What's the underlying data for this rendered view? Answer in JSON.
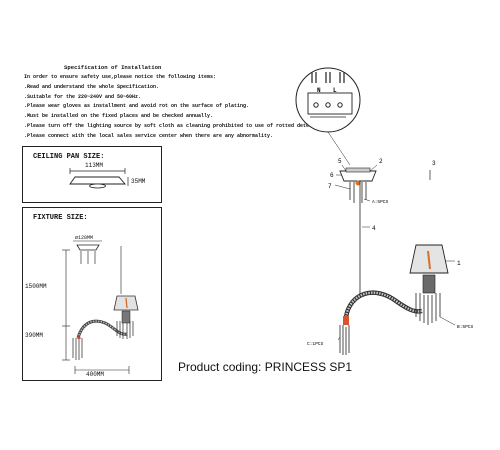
{
  "specification": {
    "title": "Specification of Installation",
    "items": [
      "In order to ensure safety use,please notice the following items:",
      ".Read and understand the whole Specification.",
      ".Suitable for the 220~240V and 50~60Hz.",
      ".Please wear gloves as installment and avoid rot on the surface of plating.",
      ".Must be installed on the fixed places and be checked annually.",
      ".Please turn off the lighting source by soft cloth as cleaning prohibited to use of rotted detergent.",
      ".Please connect with the local sales service center when there are any abnormality."
    ]
  },
  "ceiling_pan": {
    "title": "CEILING PAN SIZE:",
    "diameter": "113MM",
    "height": "35MM"
  },
  "fixture": {
    "title": "FIXTURE SIZE:",
    "top_diameter": "ø120MM",
    "drop_length": "1500MM",
    "height": "390MM",
    "width": "400MM"
  },
  "diagram": {
    "terminal_labels": [
      "N",
      "L"
    ],
    "part_numbers": [
      "1",
      "2",
      "3",
      "4",
      "5",
      "6",
      "7"
    ],
    "callouts": [
      "A:5PCS",
      "B:5PCS",
      "C:1PCS"
    ]
  },
  "product_coding": "Product coding: PRINCESS SP1"
}
